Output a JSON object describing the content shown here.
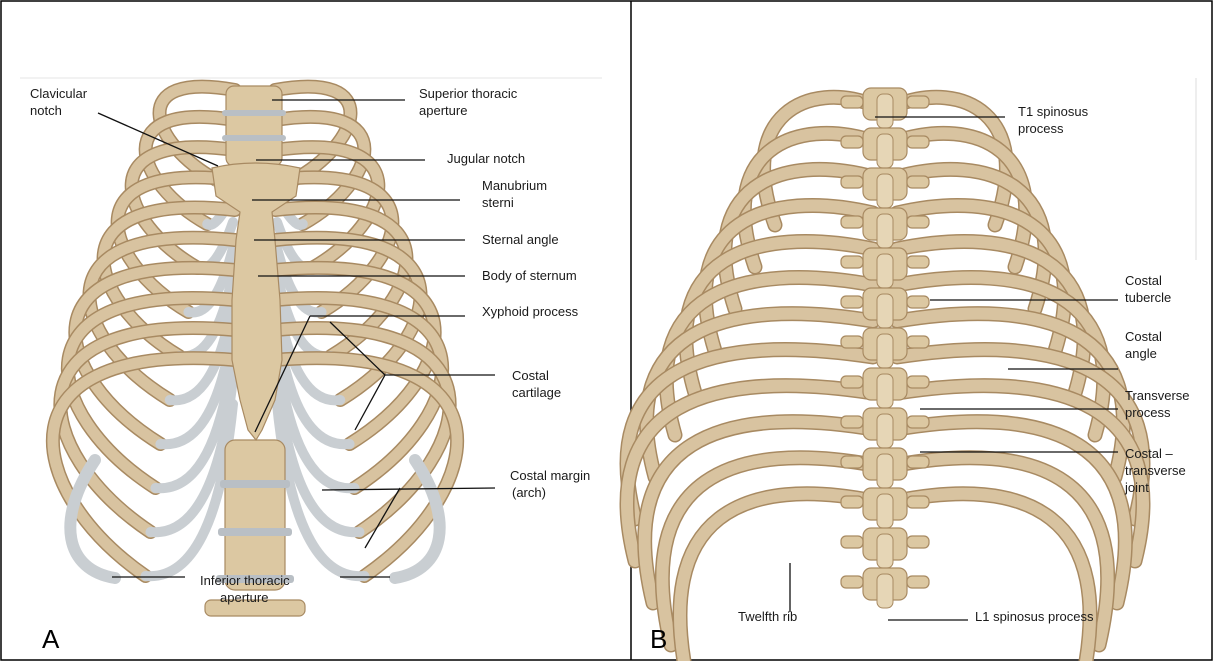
{
  "panels": [
    {
      "letter": "A",
      "labels": {
        "clavicular_notch": [
          "Clavicular",
          "notch"
        ],
        "superior_thoracic_aperture": [
          "Superior thoracic",
          "aperture"
        ],
        "jugular_notch": [
          "Jugular notch"
        ],
        "manubrium_sterni": [
          "Manubrium",
          "sterni"
        ],
        "sternal_angle": [
          "Sternal angle"
        ],
        "body_of_sternum": [
          "Body of sternum"
        ],
        "xyphoid_process": [
          "Xyphoid process"
        ],
        "costal_cartilage": [
          "Costal",
          "cartilage"
        ],
        "costal_margin": [
          "Costal margin",
          "(arch)"
        ],
        "inferior_thoracic_aperture": [
          "Inferior thoracic",
          "aperture"
        ]
      }
    },
    {
      "letter": "B",
      "labels": {
        "t1_spinosus_process": [
          "T1 spinosus",
          "process"
        ],
        "costal_tubercle": [
          "Costal",
          "tubercle"
        ],
        "costal_angle": [
          "Costal",
          "angle"
        ],
        "transverse_process": [
          "Transverse",
          "process"
        ],
        "costal_transverse_joint": [
          "Costal –",
          "transverse",
          "joint"
        ],
        "twelfth_rib": [
          "Twelfth rib"
        ],
        "l1_spinosus_process": [
          "L1 spinosus process"
        ]
      }
    }
  ],
  "colors": {
    "bone": "#dcc8a2",
    "cartilage": "#c9ced2",
    "outline": "#a88a62"
  }
}
